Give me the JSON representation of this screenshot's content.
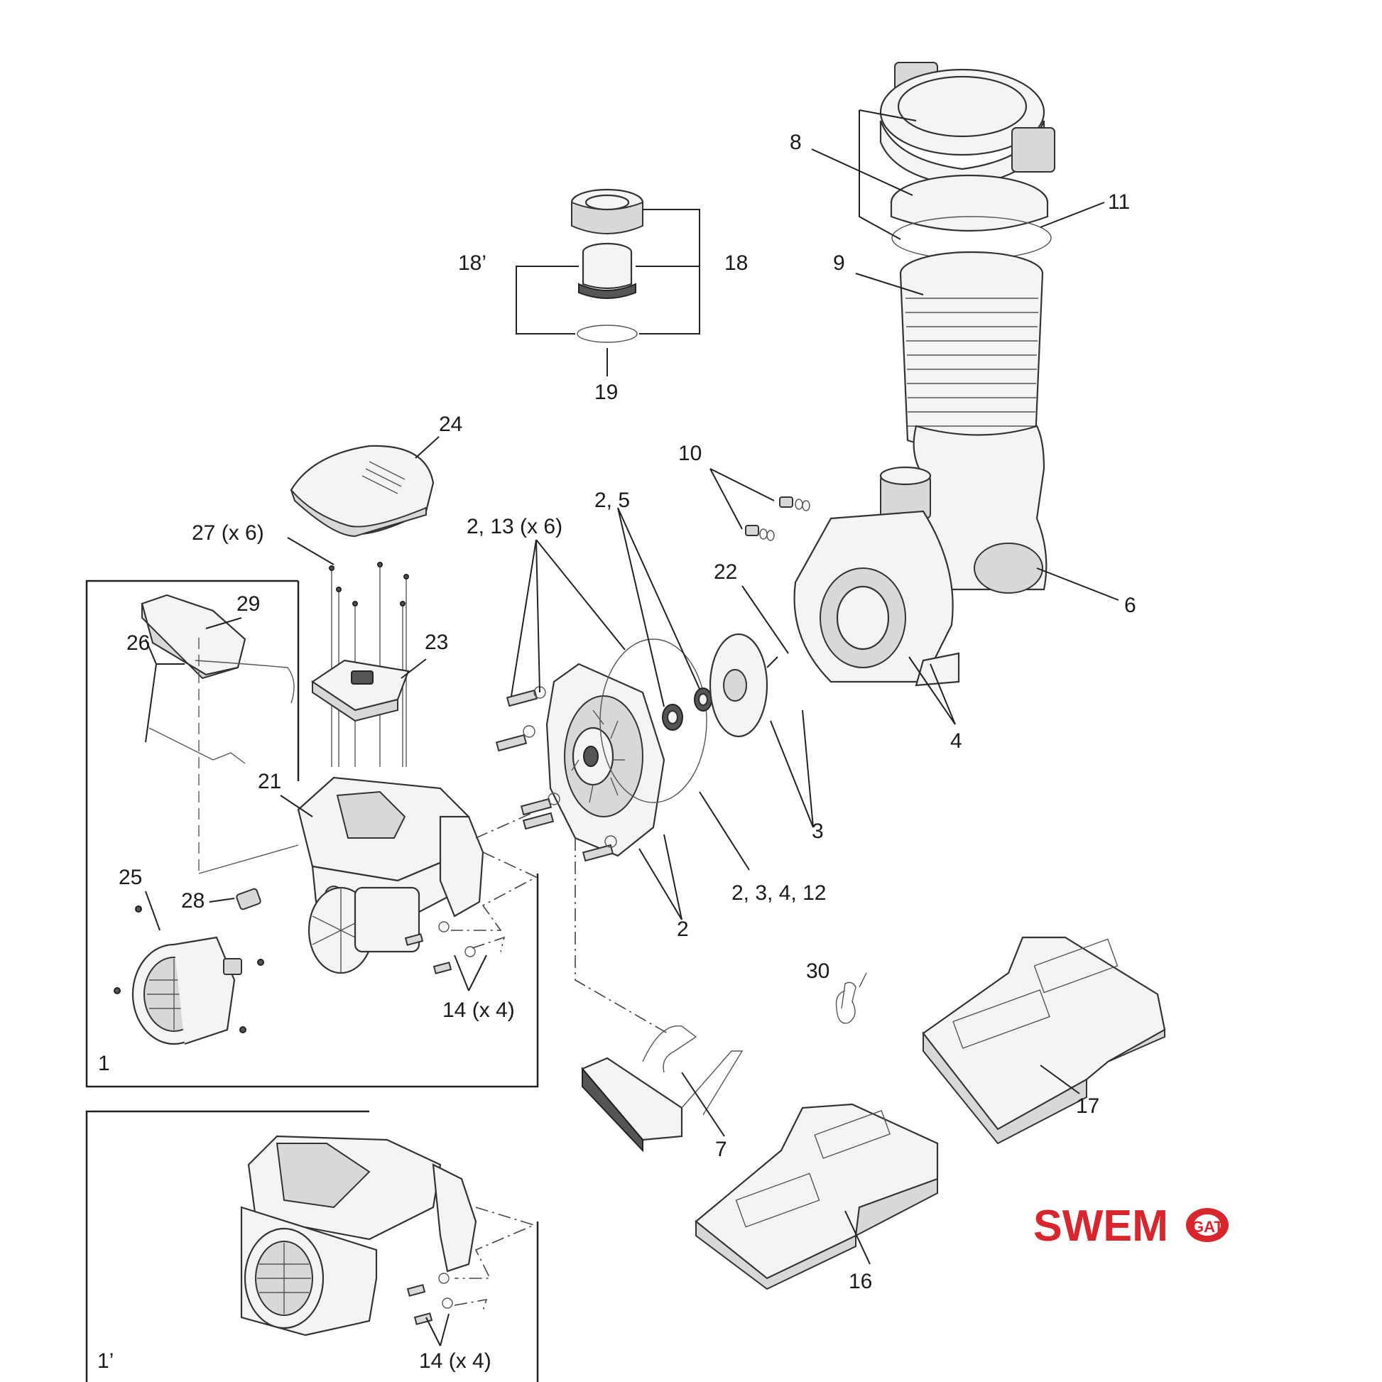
{
  "labels": {
    "l1": "1",
    "l1p": "1’",
    "l2a": "2",
    "l2_5": "2, 5",
    "l2_13": "2, 13 (x 6)",
    "l2_3_4_12": "2, 3, 4, 12",
    "l3": "3",
    "l4": "4",
    "l6": "6",
    "l7": "7",
    "l8": "8",
    "l9": "9",
    "l10": "10",
    "l11": "11",
    "l14a": "14 (x 4)",
    "l14b": "14 (x 4)",
    "l16": "16",
    "l17": "17",
    "l18": "18",
    "l18p": "18’",
    "l19": "19",
    "l21": "21",
    "l22": "22",
    "l23": "23",
    "l24": "24",
    "l25": "25",
    "l26": "26",
    "l27": "27 (x 6)",
    "l28": "28",
    "l29": "29",
    "l30": "30"
  },
  "brand": {
    "logo_text_a": "SWEM",
    "logo_text_b": "GAT",
    "colors": {
      "red": "#d8262e",
      "blue": "#1f3f8f"
    }
  }
}
